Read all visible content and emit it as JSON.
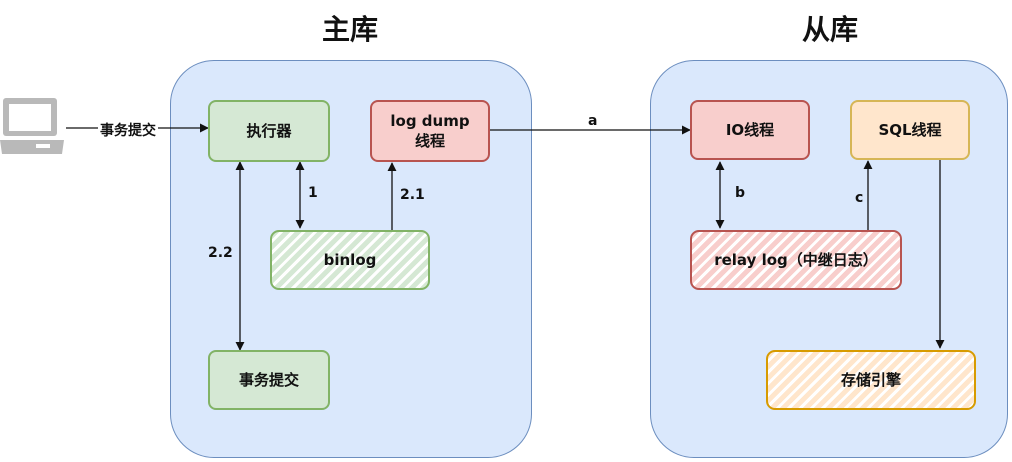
{
  "titles": {
    "master": "主库",
    "slave": "从库"
  },
  "nodes": {
    "executor": "执行器",
    "dump_thread": "log dump 线程",
    "binlog": "binlog",
    "commit": "事务提交",
    "io_thread": "IO线程",
    "sql_thread": "SQL线程",
    "relay_log": "relay log（中继日志）",
    "storage_engine": "存储引擎"
  },
  "edge_labels": {
    "client_commit": "事务提交",
    "step_1": "1",
    "step_2_1": "2.1",
    "step_2_2": "2.2",
    "step_a": "a",
    "step_b": "b",
    "step_c": "c"
  },
  "icons": {
    "client": "laptop-icon"
  },
  "colors": {
    "panel_fill": "#dae8fc",
    "panel_border": "#6c8ebf",
    "green_fill": "#d5e8d4",
    "green_border": "#82b366",
    "red_fill": "#f8cecc",
    "red_border": "#b85450",
    "orange_fill": "#ffe6cc",
    "orange_border": "#d79b00"
  }
}
